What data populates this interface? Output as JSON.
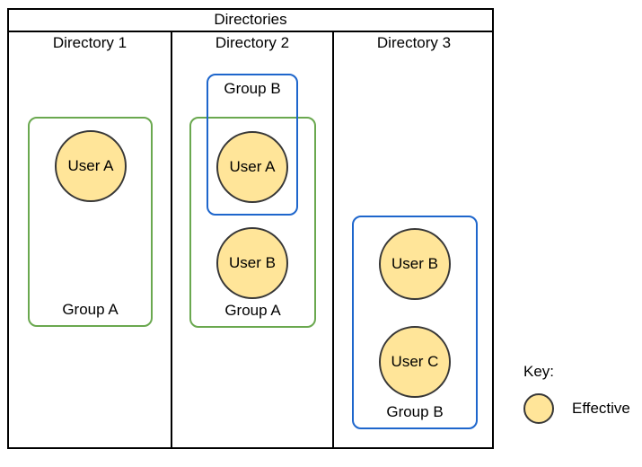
{
  "header": {
    "title": "Directories"
  },
  "columns": [
    {
      "label": "Directory 1"
    },
    {
      "label": "Directory 2"
    },
    {
      "label": "Directory 3"
    }
  ],
  "groups": {
    "dir1_group_a": {
      "label": "Group A",
      "type": "green"
    },
    "dir2_group_b": {
      "label": "Group B",
      "type": "blue"
    },
    "dir2_group_a": {
      "label": "Group A",
      "type": "green"
    },
    "dir3_group_b": {
      "label": "Group B",
      "type": "blue"
    }
  },
  "users": {
    "dir1_user_a": {
      "label": "User A"
    },
    "dir2_user_a": {
      "label": "User A"
    },
    "dir2_user_b": {
      "label": "User B"
    },
    "dir3_user_b": {
      "label": "User B"
    },
    "dir3_user_c": {
      "label": "User C"
    }
  },
  "key": {
    "title": "Key:",
    "entries": [
      {
        "icon": "effective-user-circle",
        "label": "Effective"
      }
    ]
  },
  "colors": {
    "frame_stroke": "#000000",
    "group_green_stroke": "#6AA84F",
    "group_blue_stroke": "#1E66CC",
    "user_fill": "#FFE599",
    "user_stroke": "#373737",
    "text": "#000000"
  }
}
